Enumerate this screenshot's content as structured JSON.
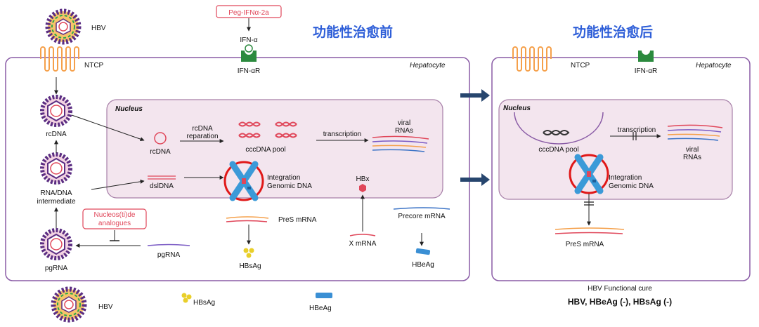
{
  "headings": {
    "before": "功能性治愈前",
    "after": "功能性治愈后"
  },
  "labels": {
    "hbv_top": "HBV",
    "peg_ifn": "Peg-IFNα-2a",
    "ifn_alpha": "IFN-α",
    "ifn_receptor_left": "IFN-αR",
    "ifn_receptor_right": "IFN-αR",
    "ntcp_left": "NTCP",
    "ntcp_right": "NTCP",
    "hepatocyte_left": "Hepatocyte",
    "hepatocyte_right": "Hepatocyte",
    "nucleus_left": "Nucleus",
    "nucleus_right": "Nucleus",
    "rcdna_cyto": "rcDNA",
    "rna_dna_1": "RNA/DNA",
    "rna_dna_2": "intermediate",
    "pgrna_cyto": "pgRNA",
    "rcdna_nuc": "rcDNA",
    "rcdna_rep_1": "rcDNA",
    "rcdna_rep_2": "reparation",
    "cccdna_pool_left": "cccDNA pool",
    "transcription_left": "transcription",
    "viral_rnas_left_1": "viral",
    "viral_rnas_left_2": "RNAs",
    "dsldna": "dslDNA",
    "integration_left_1": "Integration",
    "integration_left_2": "Genomic DNA",
    "hbx": "HBx",
    "pres_mrna_left": "PreS mRNA",
    "x_mrna": "X mRNA",
    "precore_mrna": "Precore mRNA",
    "hbsag_left": "HBsAg",
    "hbeag_left": "HBeAg",
    "nucleos_1": "Nucleos(ti)de",
    "nucleos_2": "analogues",
    "pgrna_mid": "pgRNA",
    "hbv_bottom": "HBV",
    "hbsag_bottom": "HBsAg",
    "hbeag_bottom": "HBeAg",
    "cccdna_pool_right": "cccDNA pool",
    "transcription_right": "transcription",
    "viral_rnas_right_1": "viral",
    "viral_rnas_right_2": "RNAs",
    "integration_right_1": "Integration",
    "integration_right_2": "Genomic DNA",
    "pres_mrna_right": "PreS mRNA",
    "functional_cure": "HBV Functional cure",
    "status": "HBV, HBeAg (-), HBsAg (-)"
  },
  "colors": {
    "cell_border": "#8a5ca6",
    "nucleus_fill": "#f3e5ee",
    "nucleus_border": "#a77fa8",
    "virion": "#5b2d82",
    "rna_red": "#e0475a",
    "rna_orange": "#f5a04a",
    "rna_purple": "#7a5ac4",
    "rna_blue": "#3b73c6",
    "hbsag": "#e9cf2a",
    "hbeag": "#3a8fd4",
    "receptor": "#2b8a3e",
    "highlight_circle": "#e01818",
    "heading": "#2f5fd8",
    "big_arrow": "#27466e"
  }
}
